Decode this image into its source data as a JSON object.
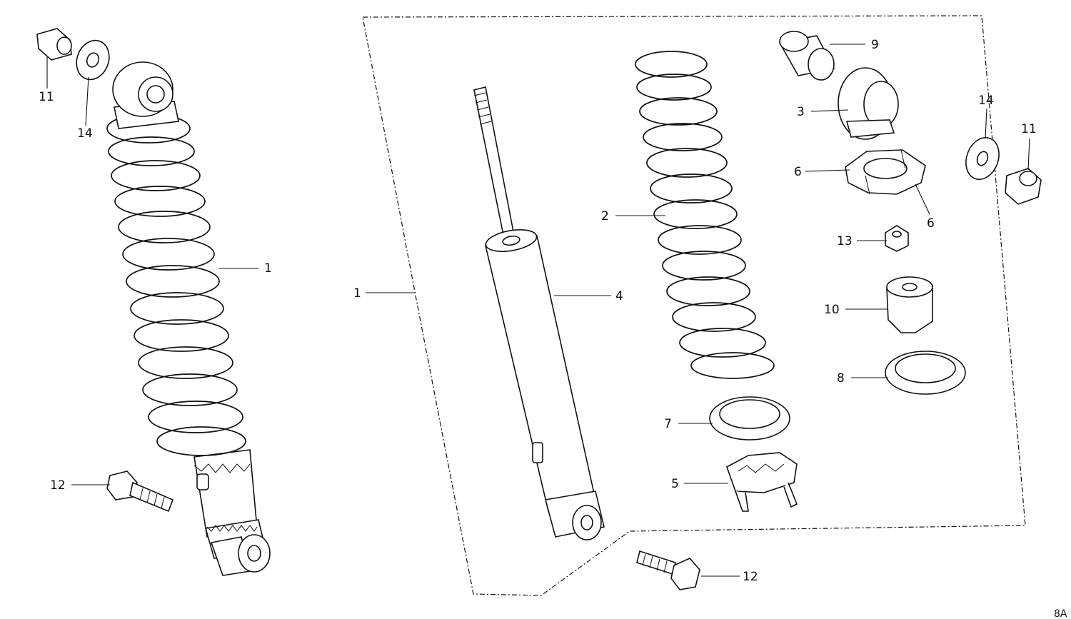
{
  "labels": {
    "c1_left": "1",
    "c1_right": "1",
    "c2": "2",
    "c3": "3",
    "c4": "4",
    "c5": "5",
    "c6a": "6",
    "c6b": "6",
    "c7": "7",
    "c8": "8",
    "c9": "9",
    "c10": "10",
    "c11_left": "11",
    "c11_right": "11",
    "c12_left": "12",
    "c12_right": "12",
    "c13": "13",
    "c14_left": "14",
    "c14_right": "14"
  },
  "corner_code": "8A"
}
